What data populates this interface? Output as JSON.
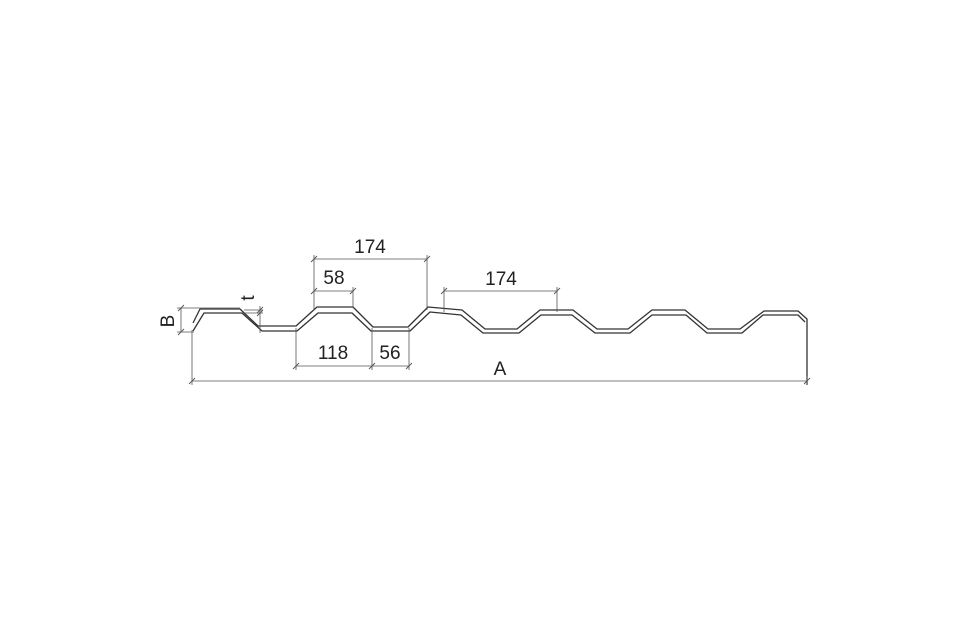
{
  "diagram": {
    "labels": {
      "pitch_top": "174",
      "crest_width": "58",
      "pitch_right": "174",
      "trough_span": "118",
      "valley_width": "56",
      "height": "B",
      "thickness": "t",
      "total_width": "A"
    },
    "colors": {
      "stroke": "#333333",
      "dim": "#555555",
      "text": "#222222"
    }
  }
}
